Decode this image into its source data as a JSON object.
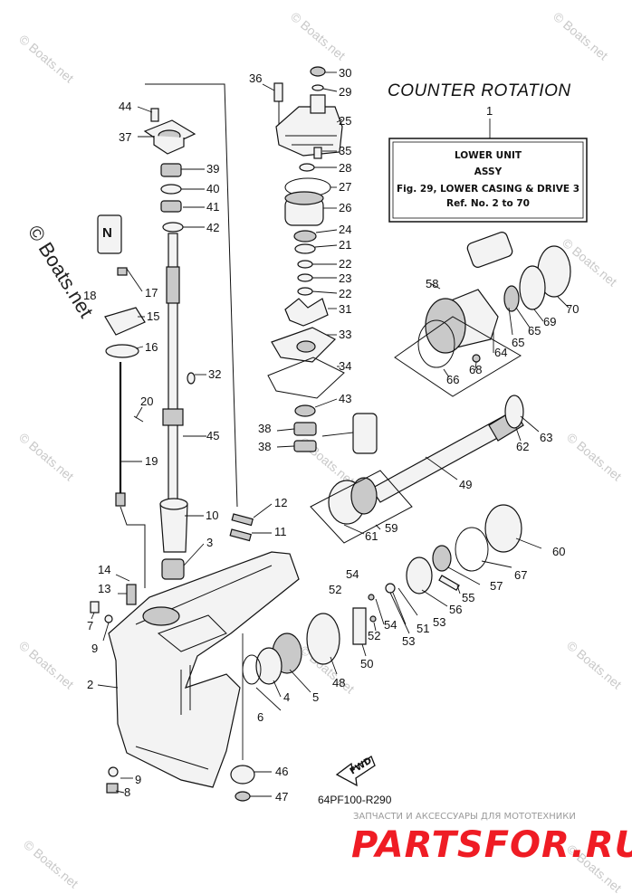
{
  "diagram": {
    "title": "COUNTER ROTATION",
    "callout": {
      "number": "1",
      "line1": "LOWER UNIT",
      "line2": "ASSY",
      "line3": "Fig. 29, LOWER CASING & DRIVE 3",
      "line4": "Ref. No. 2 to 70"
    },
    "fwd_label": "FWD",
    "reference_code": "64PF100-R290",
    "watermark_text": "© Boats.net",
    "brand": {
      "tagline": "ЗАПЧАСТИ И АКСЕССУАРЫ ДЛЯ МОТОТЕХНИКИ",
      "name": "PARTSFOR.RU",
      "color": "#ef1c24"
    },
    "labels": [
      "2",
      "3",
      "4",
      "5",
      "6",
      "7",
      "8",
      "9",
      "9",
      "10",
      "11",
      "12",
      "13",
      "14",
      "15",
      "16",
      "17",
      "18",
      "19",
      "20",
      "21",
      "22",
      "22",
      "23",
      "24",
      "25",
      "26",
      "27",
      "28",
      "29",
      "30",
      "31",
      "32",
      "33",
      "34",
      "35",
      "36",
      "37",
      "38",
      "38",
      "39",
      "40",
      "41",
      "42",
      "43",
      "44",
      "45",
      "46",
      "47",
      "48",
      "49",
      "50",
      "51",
      "52",
      "52",
      "53",
      "53",
      "54",
      "54",
      "55",
      "56",
      "57",
      "58",
      "59",
      "60",
      "61",
      "62",
      "63",
      "64",
      "65",
      "65",
      "66",
      "67",
      "68",
      "69",
      "70"
    ]
  }
}
